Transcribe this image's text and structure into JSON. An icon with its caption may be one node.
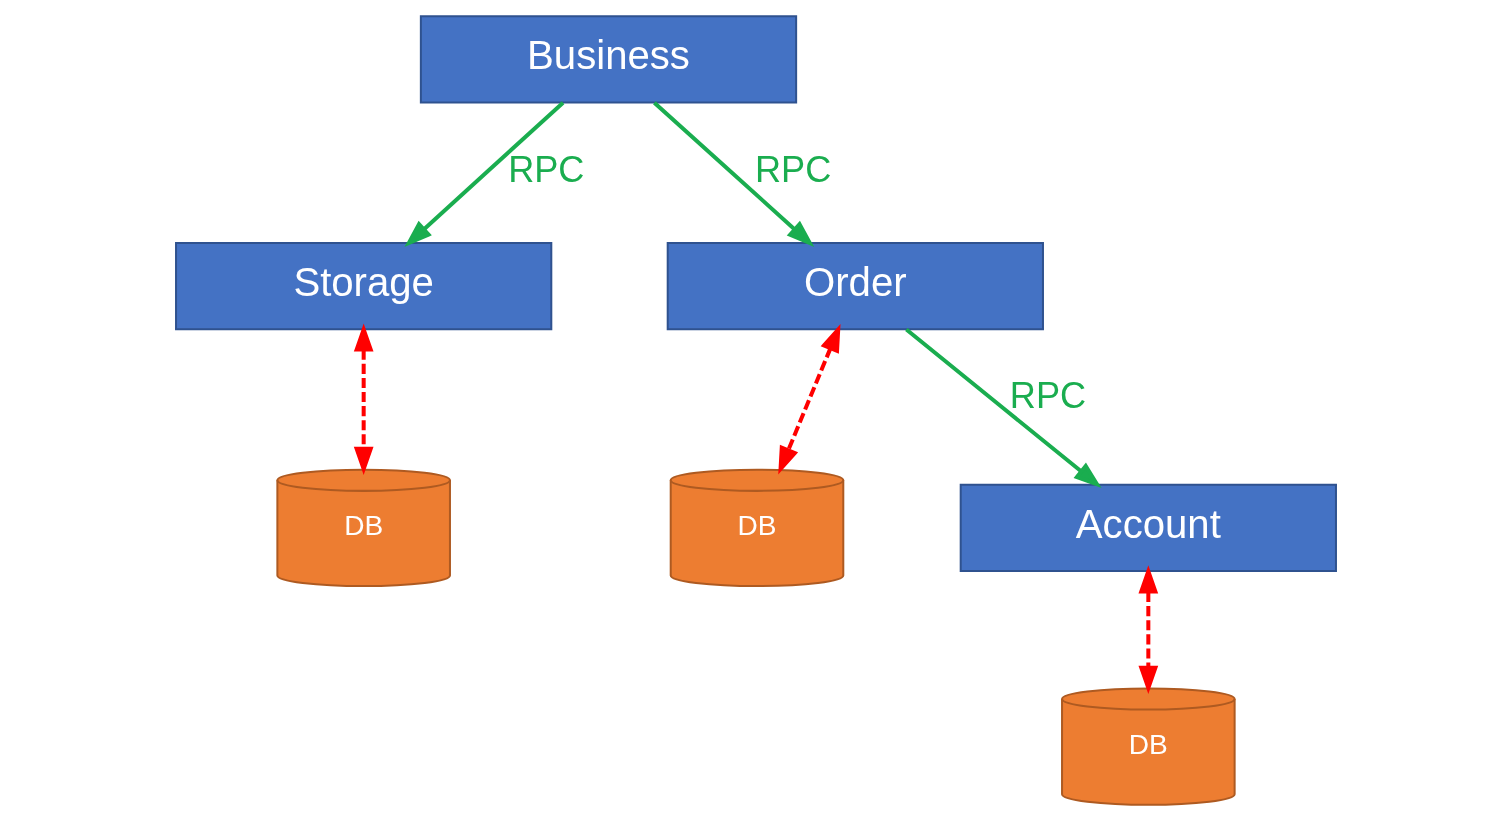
{
  "diagram": {
    "nodes": [
      {
        "text": [
          "Storage"
        ]
      },
      {
        "text": [
          "DB"
        ]
      },
      {
        "text": [
          "Business"
        ]
      },
      {
        "text": [
          "Order"
        ]
      },
      {
        "text": [
          "DB"
        ]
      },
      {
        "text": [
          "Account"
        ]
      },
      {
        "text": [
          "DB"
        ]
      }
    ],
    "edges": [
      {
        "from": 2,
        "to": 0,
        "arrow": "to",
        "label": "RPC",
        "color": "#1aad4f"
      },
      {
        "from": 0,
        "to": 1,
        "arrow": "both",
        "style": "dashed",
        "color": "#ff0000"
      },
      {
        "from": 2,
        "to": 3,
        "arrow": "to",
        "label": "RPC",
        "color": "#1aad4f"
      },
      {
        "from": 3,
        "to": 4,
        "arrow": "both",
        "style": "dashed",
        "color": "#ff0000"
      },
      {
        "from": 3,
        "to": 5,
        "arrow": "to",
        "label": "RPC",
        "color": "#1aad4f"
      },
      {
        "from": 5,
        "to": 6,
        "arrow": "both",
        "style": "dashed",
        "color": "#ff0000"
      }
    ]
  }
}
